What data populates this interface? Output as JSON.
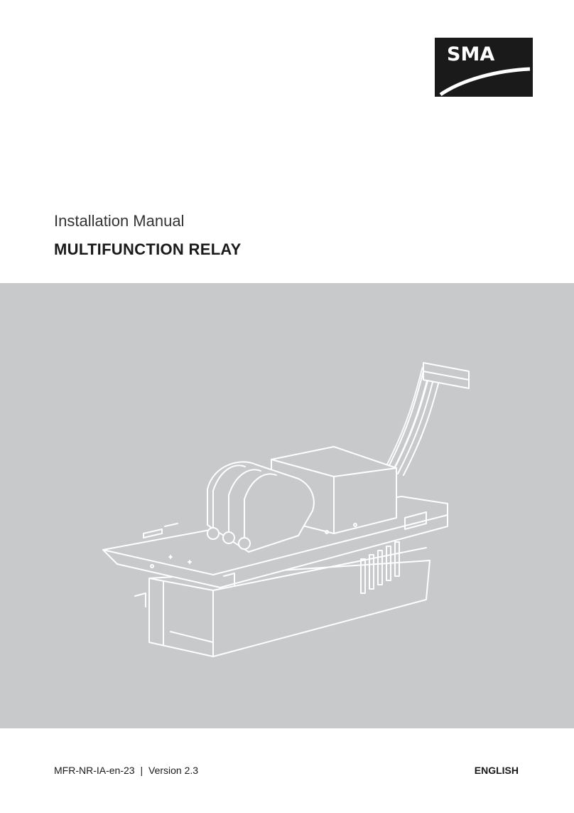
{
  "brand": {
    "logo_text": "SMA",
    "logo_color": "#1a1a1a"
  },
  "cover": {
    "doc_type": "Installation Manual",
    "title": "MULTIFUNCTION RELAY"
  },
  "illustration": {
    "icon": "multifunction-relay-device-illustration",
    "background": "#c8c9cb"
  },
  "footer": {
    "doc_code": "MFR-NR-IA-en-23",
    "separator": "|",
    "version": "Version 2.3",
    "language": "ENGLISH"
  }
}
